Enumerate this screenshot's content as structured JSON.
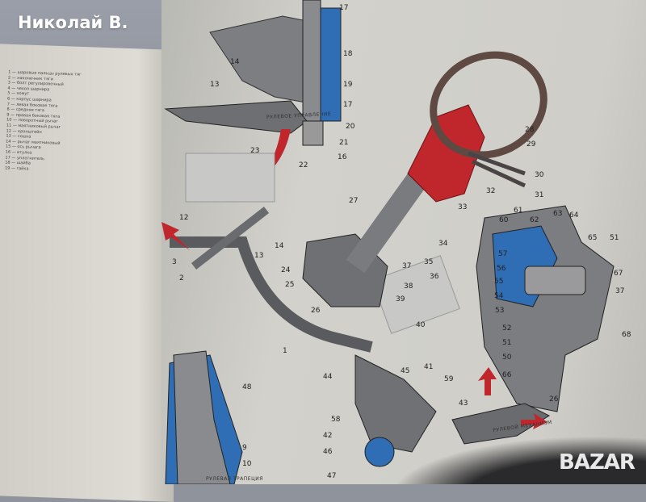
{
  "overlay": {
    "user_name": "Николай В.",
    "watermark": "BAZAR"
  },
  "page": {
    "header_top": "РУЛЕВОЕ УПРАВЛЕНИЕ",
    "caption_bottom": "РУЛЕВОЙ МЕХАНИЗМ",
    "caption_bottom_left": "РУЛЕВАЯ ТРАПЕЦИЯ"
  },
  "legend_text": [
    "1 — шаровые пальцы рулевых тяг",
    "2 — наконечник тяги",
    "3 — болт регулировочный",
    "4 — чехол шарнира",
    "5 — хомут",
    "6 — корпус шарнира",
    "7 — левая боковая тяга",
    "8 — средняя тяга",
    "9 — правая боковая тяга",
    "10 — поворотный рычаг",
    "11 — маятниковый рычаг",
    "12 — кронштейн",
    "13 — сошка",
    "14 — рычаг маятниковый",
    "15 — ось рычага",
    "16 — втулка",
    "17 — уплотнитель",
    "18 — шайба",
    "19 — гайка"
  ],
  "callouts": [
    "17",
    "18",
    "19",
    "17",
    "20",
    "21",
    "16",
    "14",
    "13",
    "23",
    "22",
    "14",
    "13",
    "12",
    "3",
    "2",
    "1",
    "24",
    "25",
    "26",
    "27",
    "28",
    "29",
    "30",
    "31",
    "32",
    "33",
    "34",
    "35",
    "36",
    "37",
    "38",
    "39",
    "40",
    "45",
    "41",
    "44",
    "43",
    "42",
    "46",
    "47",
    "48",
    "9",
    "10",
    "58",
    "59",
    "60",
    "61",
    "62",
    "63",
    "64",
    "65",
    "51",
    "57",
    "56",
    "55",
    "54",
    "53",
    "52",
    "51",
    "50",
    "66",
    "67",
    "37",
    "68",
    "26"
  ],
  "colors": {
    "accent_red": "#c0272d",
    "accent_blue": "#2f6db5",
    "metal": "#6f6f72"
  }
}
